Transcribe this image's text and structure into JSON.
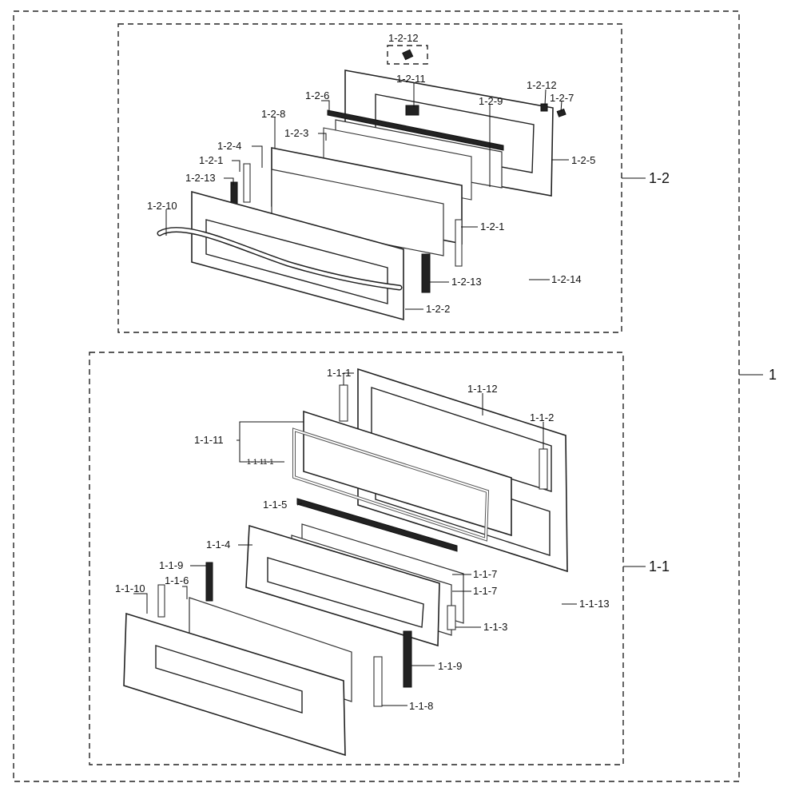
{
  "assembly_label": "1",
  "upper": {
    "group_label": "1-2",
    "labels": {
      "p12_top": "1-2-12",
      "p11": "1-2-11",
      "p12_right": "1-2-12",
      "p7": "1-2-7",
      "p6": "1-2-6",
      "p9": "1-2-9",
      "p8": "1-2-8",
      "p3": "1-2-3",
      "p5": "1-2-5",
      "p4": "1-2-4",
      "p1_left": "1-2-1",
      "p13_left": "1-2-13",
      "p10": "1-2-10",
      "p1_right": "1-2-1",
      "p14": "1-2-14",
      "p13_right": "1-2-13",
      "p2": "1-2-2"
    }
  },
  "lower": {
    "group_label": "1-1",
    "labels": {
      "p1": "1-1-1",
      "p12": "1-1-12",
      "p2": "1-1-2",
      "p11": "1-1-11",
      "p11_1": "1-1-11-1",
      "p5": "1-1-5",
      "p4": "1-1-4",
      "p9_left": "1-1-9",
      "p6": "1-1-6",
      "p10": "1-1-10",
      "p7_a": "1-1-7",
      "p7_b": "1-1-7",
      "p13": "1-1-13",
      "p3": "1-1-3",
      "p9_right": "1-1-9",
      "p8": "1-1-8"
    }
  }
}
